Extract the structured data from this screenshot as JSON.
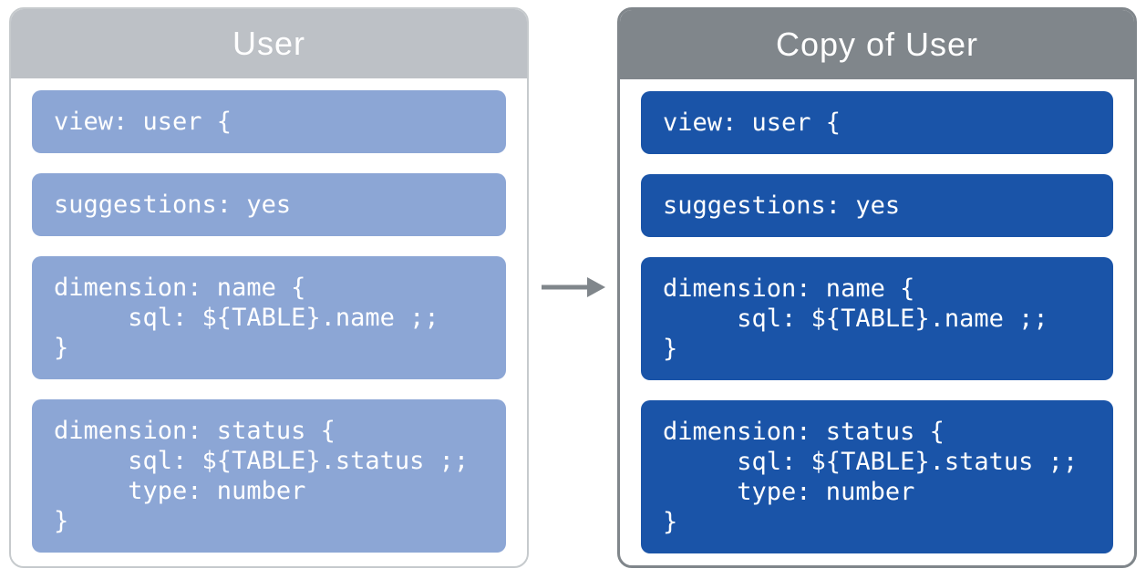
{
  "diagram": {
    "description": "Diagram showing a LookML view being duplicated: original 'User' view on the left, its duplicate 'Copy of User' on the right, with an arrow indicating the copy direction.",
    "left_panel": {
      "title": "User",
      "header_color": "#bdc1c6",
      "border_color": "#c6cacd",
      "block_color": "#8ca6d5",
      "text_color": "#ffffff",
      "blocks": [
        {
          "id": "view",
          "lines": [
            "view: user {"
          ]
        },
        {
          "id": "suggestions",
          "lines": [
            "suggestions: yes"
          ]
        },
        {
          "id": "dimension-name",
          "lines": [
            "dimension: name {",
            "     sql: ${TABLE}.name ;;",
            "}"
          ]
        },
        {
          "id": "dimension-status",
          "lines": [
            "dimension: status {",
            "     sql: ${TABLE}.status ;;",
            "     type: number",
            "}"
          ]
        }
      ]
    },
    "right_panel": {
      "title": "Copy of User",
      "header_color": "#80868b",
      "border_color": "#80868b",
      "block_color": "#1a54a8",
      "text_color": "#ffffff",
      "blocks": [
        {
          "id": "view",
          "lines": [
            "view: user {"
          ]
        },
        {
          "id": "suggestions",
          "lines": [
            "suggestions: yes"
          ]
        },
        {
          "id": "dimension-name",
          "lines": [
            "dimension: name {",
            "     sql: ${TABLE}.name ;;",
            "}"
          ]
        },
        {
          "id": "dimension-status",
          "lines": [
            "dimension: status {",
            "     sql: ${TABLE}.status ;;",
            "     type: number",
            "}"
          ]
        }
      ]
    },
    "arrow": {
      "direction": "right",
      "color": "#80868b"
    }
  }
}
